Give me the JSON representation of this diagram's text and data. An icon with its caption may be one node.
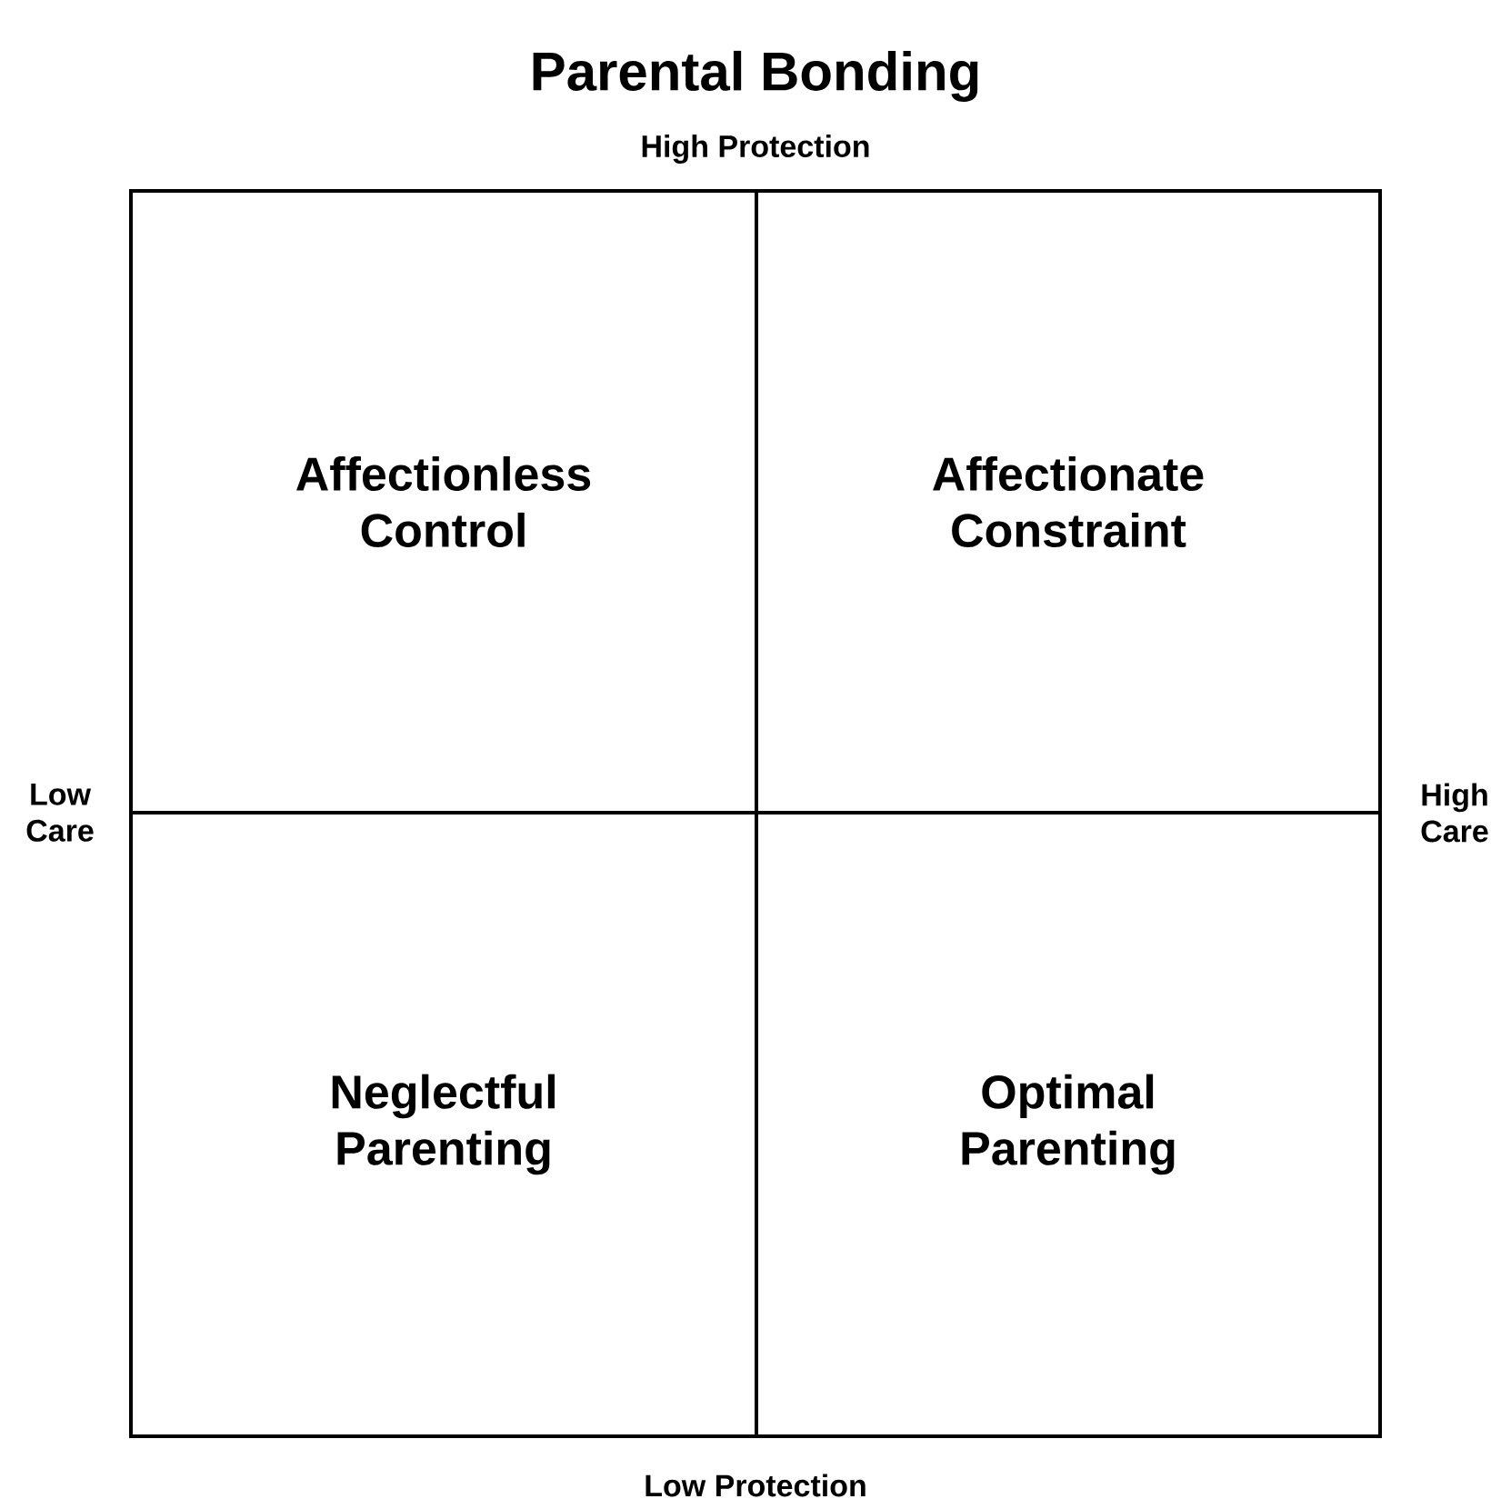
{
  "diagram": {
    "title": "Parental Bonding",
    "nodes": [
      {
        "text": [
          "Affectionless Control"
        ]
      },
      {
        "text": [
          "Affectionate Constraint"
        ]
      },
      {
        "text": [
          "Neglectful Parenting"
        ]
      },
      {
        "text": [
          "Optimal Parenting"
        ]
      }
    ],
    "labels": [
      "High Protection",
      "Low Care",
      "High Care",
      "Low Protection"
    ]
  }
}
